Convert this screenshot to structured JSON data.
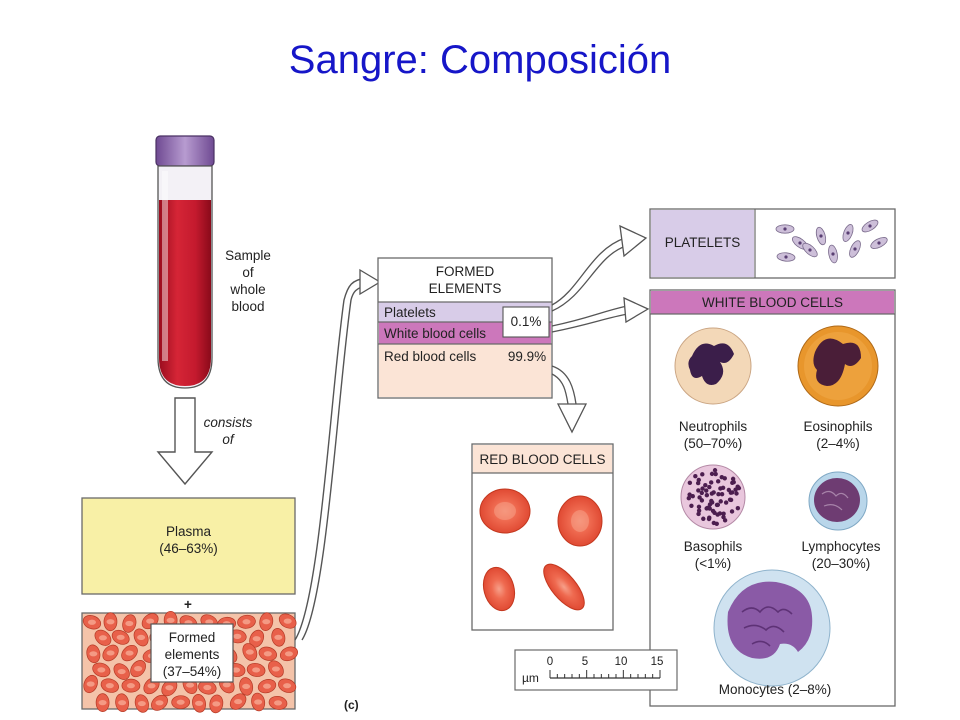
{
  "title": "Sangre: Composición",
  "tube": {
    "label_lines": [
      "Sample",
      "of",
      "whole",
      "blood"
    ]
  },
  "arrow_text_lines": [
    "consists",
    "of"
  ],
  "plasma": {
    "name": "Plasma",
    "percent": "(46–63%)"
  },
  "plus": "+",
  "formed_small": {
    "lines": [
      "Formed",
      "elements",
      "(37–54%)"
    ]
  },
  "formed_elements": {
    "header_lines": [
      "FORMED",
      "ELEMENTS"
    ],
    "platelets": "Platelets",
    "wbc": "White blood cells",
    "small_pct": "0.1%",
    "rbc": "Red blood cells",
    "rbc_pct": "99.9%"
  },
  "platelets_panel": {
    "label": "PLATELETS"
  },
  "wbc_panel": {
    "header": "WHITE BLOOD CELLS",
    "cells": [
      {
        "name": "Neutrophils",
        "range": "(50–70%)"
      },
      {
        "name": "Eosinophils",
        "range": "(2–4%)"
      },
      {
        "name": "Basophils",
        "range": "(<1%)"
      },
      {
        "name": "Lymphocytes",
        "range": "(20–30%)"
      },
      {
        "name": "Monocytes (2–8%)",
        "range": ""
      }
    ]
  },
  "rbc_panel": {
    "header": "RED BLOOD CELLS"
  },
  "scale_bar": {
    "unit": "µm",
    "ticks": [
      "0",
      "5",
      "10",
      "15"
    ]
  },
  "figure_label": "(c)",
  "colors": {
    "title": "#1616c8",
    "blood": "#c81e30",
    "plasma": "#f8f0a6",
    "platelet_band": "#d8cce8",
    "wbc_band": "#cc77bb",
    "rbc_band": "#fbe4d6",
    "cap": "#8e6ab0"
  }
}
